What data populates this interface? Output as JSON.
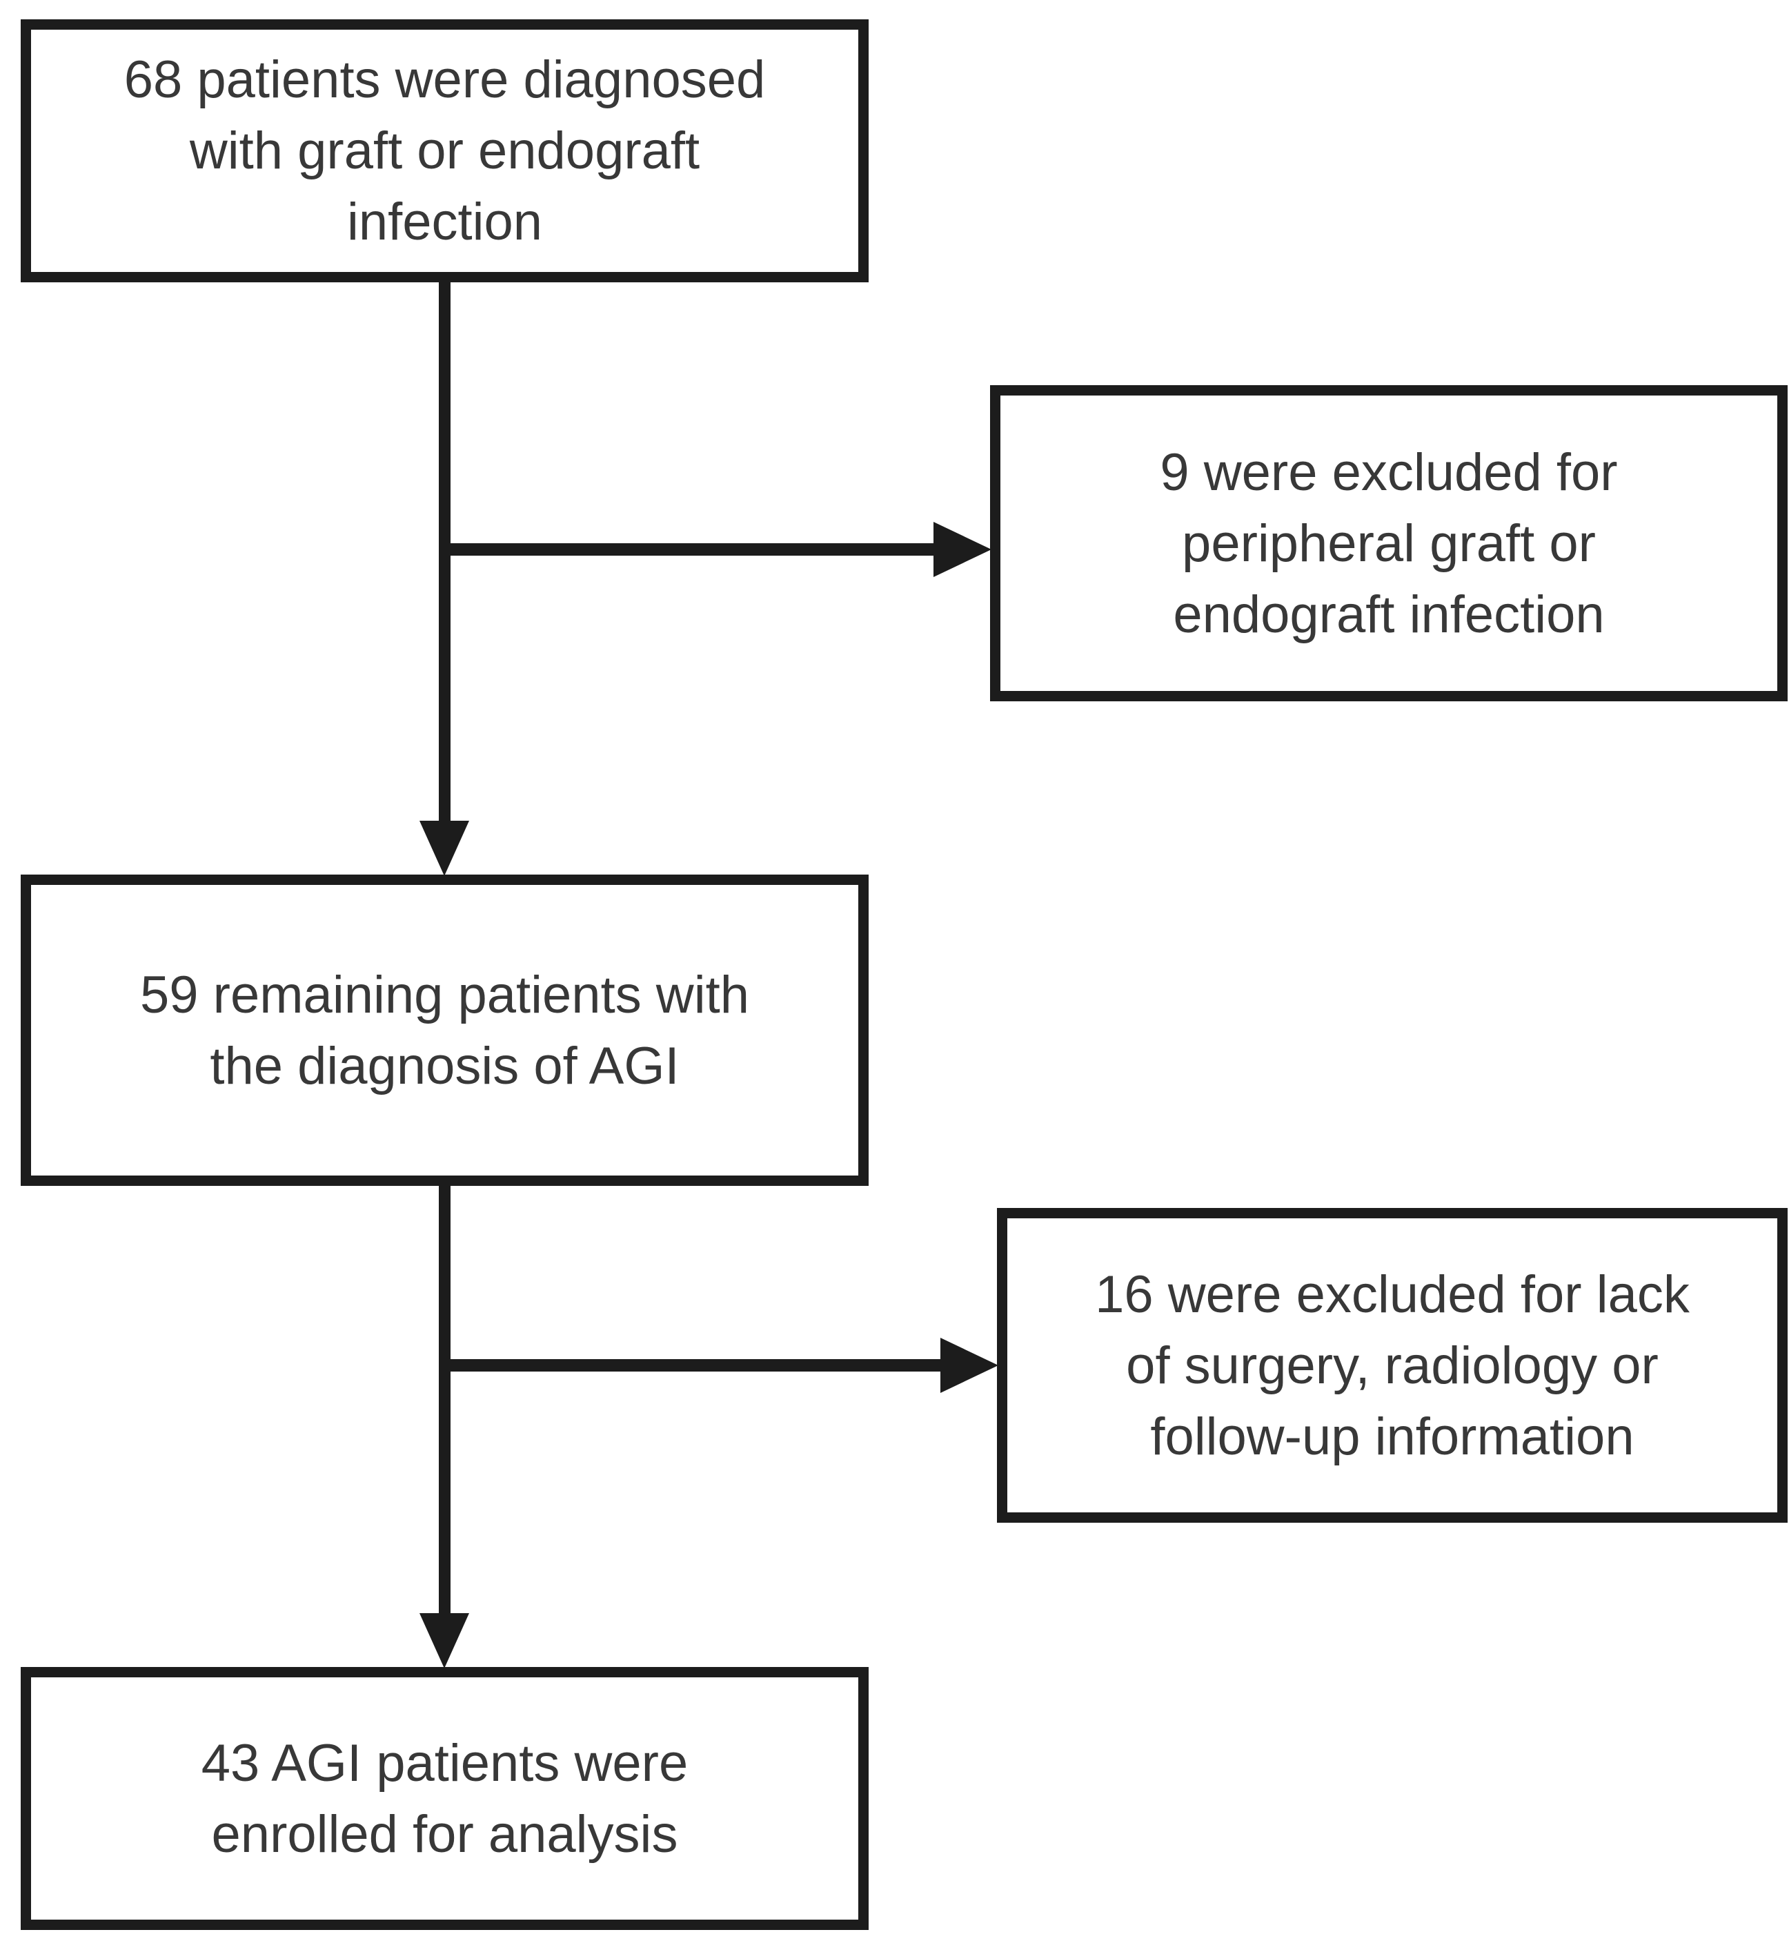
{
  "figure": {
    "type": "flowchart",
    "colors": {
      "background": "#ffffff",
      "box_border": "#1c1c1c",
      "connector": "#1c1c1c",
      "text": "#383838"
    },
    "nodes": {
      "diagnosed": {
        "text": "68 patients were diagnosed\nwith graft or endograft\ninfection"
      },
      "excluded_peripheral": {
        "text": "9 were excluded for\nperipheral graft or\nendograft infection"
      },
      "remaining": {
        "text": "59 remaining patients with\nthe diagnosis of AGI"
      },
      "excluded_lack": {
        "text": "16 were excluded for lack\nof surgery, radiology or\nfollow-up information"
      },
      "enrolled": {
        "text": "43 AGI patients were\nenrolled for analysis"
      }
    },
    "edges": [
      {
        "from": "diagnosed",
        "to": "excluded_peripheral",
        "direction": "right"
      },
      {
        "from": "diagnosed",
        "to": "remaining",
        "direction": "down"
      },
      {
        "from": "remaining",
        "to": "excluded_lack",
        "direction": "right"
      },
      {
        "from": "remaining",
        "to": "enrolled",
        "direction": "down"
      }
    ]
  }
}
